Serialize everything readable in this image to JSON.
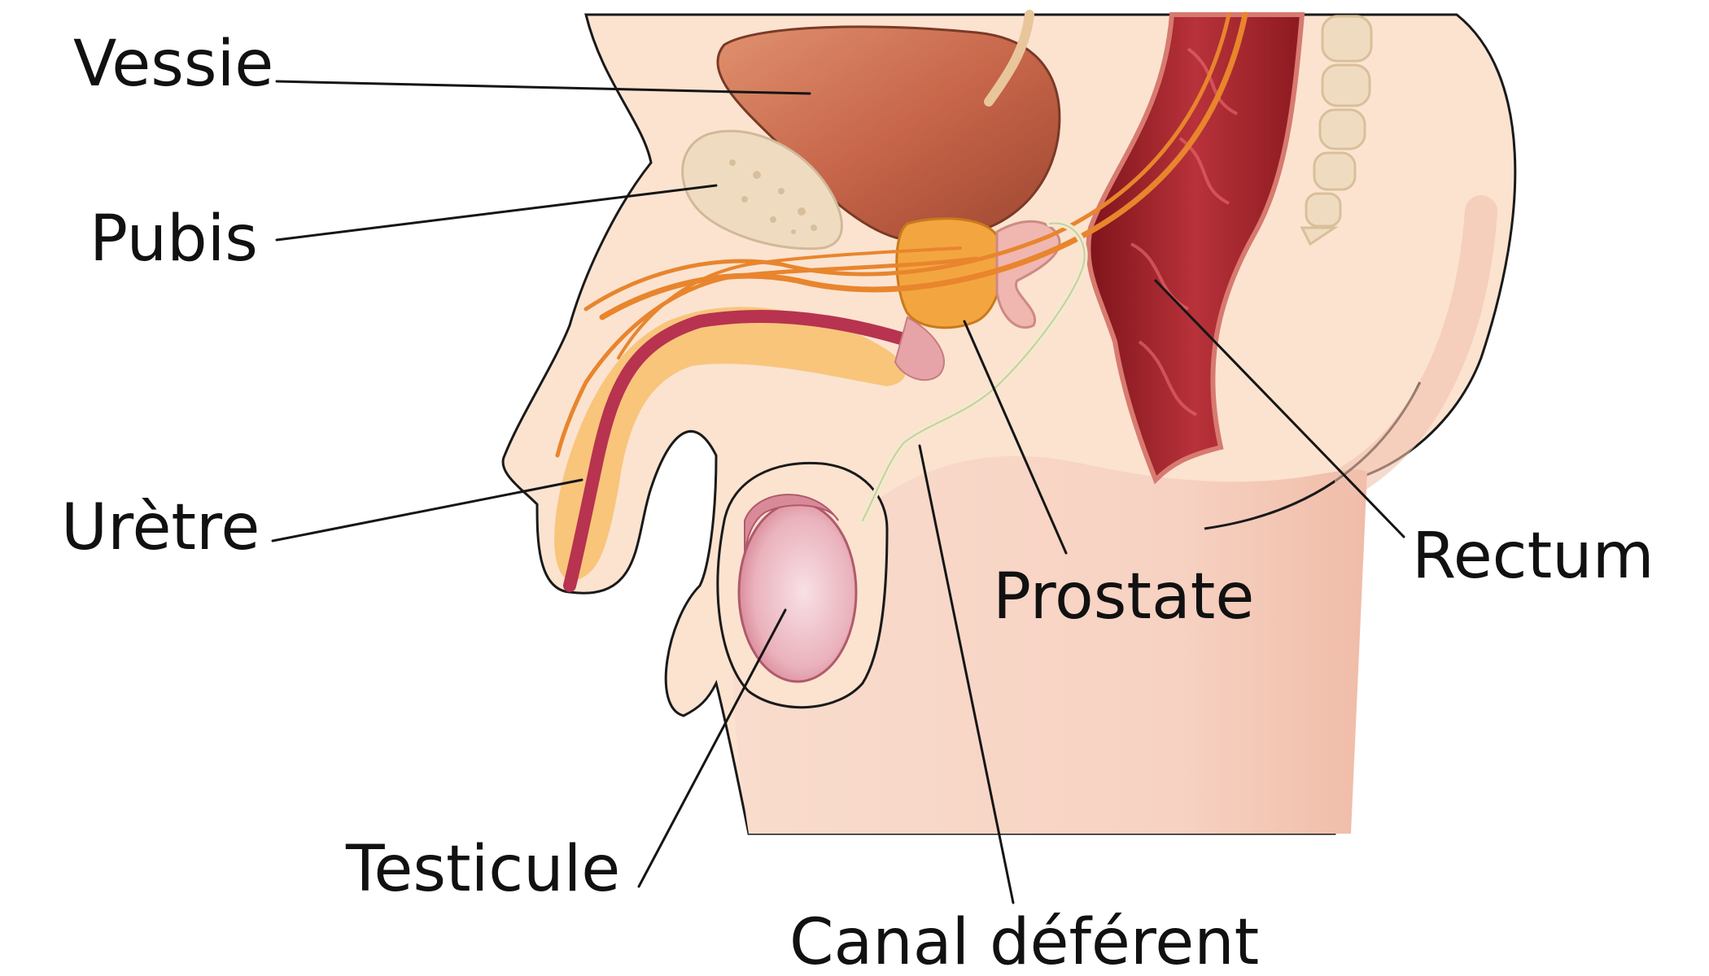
{
  "labels": {
    "vessie": "Vessie",
    "pubis": "Pubis",
    "uretre": "Urètre",
    "testicule": "Testicule",
    "canal_deferent": "Canal déférent",
    "prostate": "Prostate",
    "rectum": "Rectum"
  },
  "colors": {
    "skin": "#fbe3d0",
    "skin_shadow": "#f6c9b8",
    "bladder": "#c7664a",
    "bone": "#efdcc0",
    "prostate": "#f3a640",
    "nerve": "#e8852d",
    "urethra": "#b7334f",
    "corpus": "#f8c57b",
    "rectum": "#9f1f24",
    "testis": "#eab2bc",
    "vas": "#efeccb",
    "outline": "#1a1a1a"
  }
}
